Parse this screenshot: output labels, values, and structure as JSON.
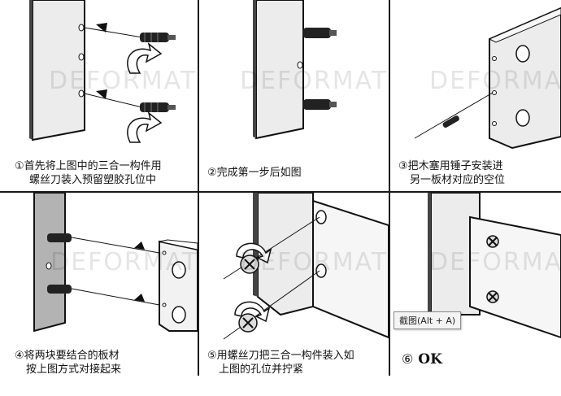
{
  "watermark": "DEFORMAT",
  "steps": [
    {
      "line1": "①首先将上图中的三合一构件用",
      "line2": "螺丝刀装入预留塑胶孔位中"
    },
    {
      "line1": "②完成第一步后如图",
      "line2": ""
    },
    {
      "line1": "③把木塞用锤子安装进",
      "line2": "另一板材对应的空位"
    },
    {
      "line1": "④将两块要结合的板材",
      "line2": "按上图方式对接起来"
    },
    {
      "line1": "⑤用螺丝刀把三合一构件装入如",
      "line2": "上图的孔位并拧紧"
    },
    {
      "number": "⑥",
      "label": "OK"
    }
  ],
  "tooltip": "截图(Alt + A)"
}
